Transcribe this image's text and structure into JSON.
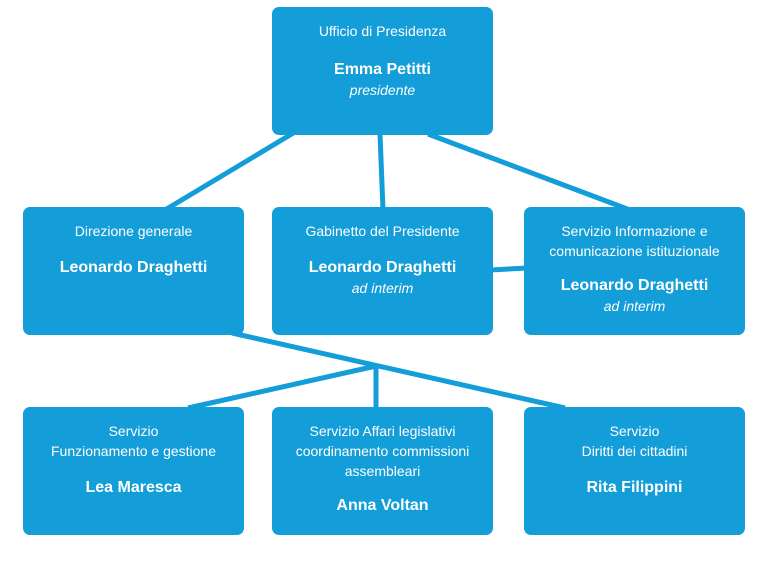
{
  "colors": {
    "box": "#139dd9",
    "line": "#139dd9",
    "text": "#ffffff"
  },
  "top": {
    "unit": "Ufficio di Presidenza",
    "person": "Emma Petitti",
    "role": "presidente"
  },
  "row2": [
    {
      "unit": "Direzione generale",
      "person": "Leonardo Draghetti"
    },
    {
      "unit": "Gabinetto del Presidente",
      "person": "Leonardo Draghetti",
      "role": "ad interim"
    },
    {
      "unit": "Servizio Informazione e\ncomunicazione istituzionale",
      "person": "Leonardo Draghetti",
      "role": "ad interim"
    }
  ],
  "row3": [
    {
      "unit": "Servizio\nFunzionamento e gestione",
      "person": "Lea Maresca"
    },
    {
      "unit": "Servizio Affari legislativi\ncoordinamento commissioni\nassembleari",
      "person": "Anna Voltan"
    },
    {
      "unit": "Servizio\nDiritti dei cittadini",
      "person": "Rita Filippini"
    }
  ]
}
